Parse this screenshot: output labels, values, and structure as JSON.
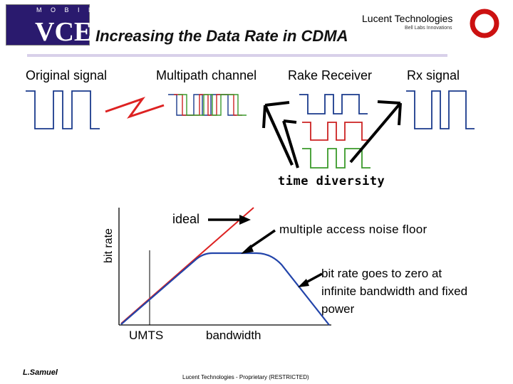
{
  "header": {
    "logo_top": "M O B I L E",
    "logo_main": "VCE",
    "title": "Increasing the Data Rate in CDMA",
    "company": "Lucent Technologies",
    "tagline": "Bell Labs Innovations"
  },
  "diagram": {
    "original_signal": "Original signal",
    "multipath_channel": "Multipath channel",
    "rake_receiver": "Rake Receiver",
    "rx_signal": "Rx signal",
    "time_diversity": "time diversity"
  },
  "graph": {
    "ylabel": "bit rate",
    "xlabel": "bandwidth",
    "umts_label": "UMTS",
    "ideal_label": "ideal",
    "floor_label": "multiple access noise floor",
    "zero_label": "bit rate goes to zero at infinite bandwidth and fixed power"
  },
  "colors": {
    "signal_blue": "#1a3a8c",
    "signal_red": "#cc2222",
    "signal_green": "#3a9a2a",
    "ideal_red": "#dd2222",
    "actual_blue": "#2244aa",
    "logo_bg": "#2a1a6e",
    "lucent_red": "#cc1111"
  },
  "footer": {
    "author": "L.Samuel",
    "text": "Lucent Technologies - Proprietary (RESTRICTED)"
  }
}
